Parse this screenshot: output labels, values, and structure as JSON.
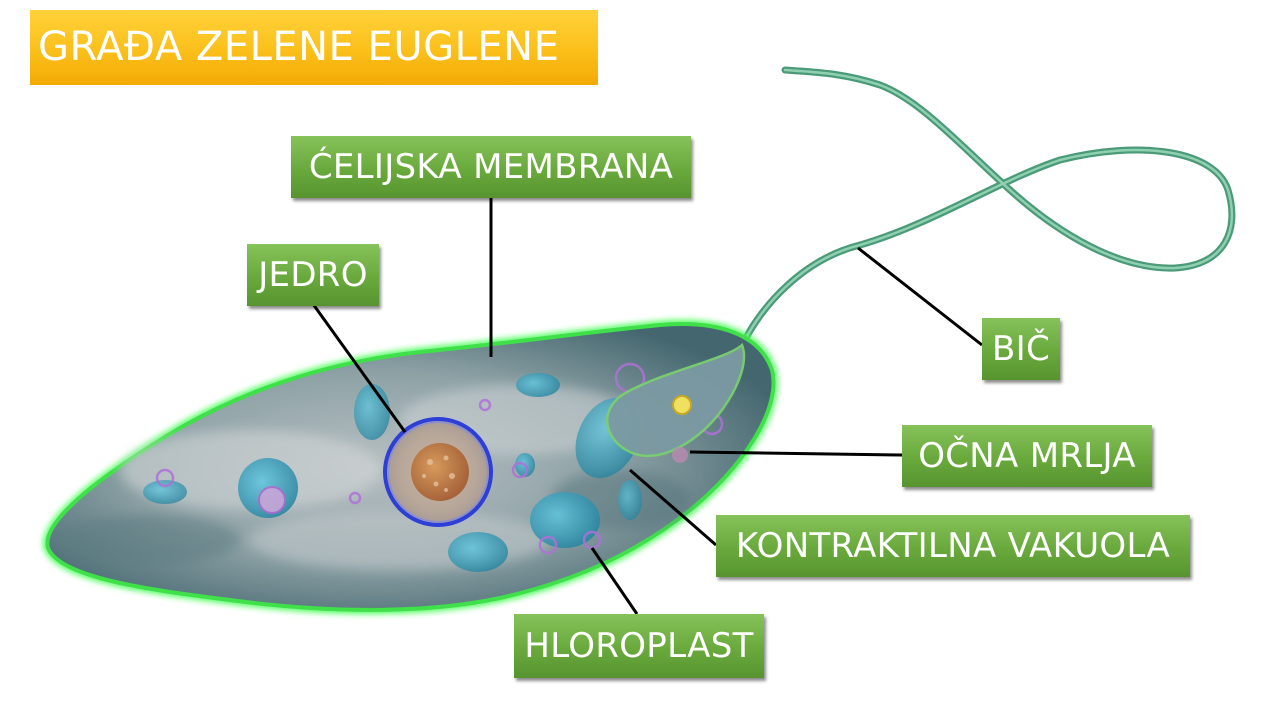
{
  "title": "GRAĐA ZELENE EUGLENE",
  "labels": {
    "cell_membrane": "ĆELIJSKA MEMBRANA",
    "nucleus": "JEDRO",
    "flagellum": "BIČ",
    "eyespot": "OČNA MRLJA",
    "contractile_vacuole": "KONTRAKTILNA VAKUOLA",
    "chloroplast": "HLOROPLAST"
  },
  "colors": {
    "title_bg": "#fbbf1a",
    "label_bg": "#6aab3e",
    "cell_outline": "#3fe04a",
    "cytoplasm": "#6f8f94",
    "nucleus_ring": "#2e3fd6",
    "chloroplast": "#3aa8c8",
    "flagellum": "#5fae8a",
    "leader_line": "#000000"
  }
}
